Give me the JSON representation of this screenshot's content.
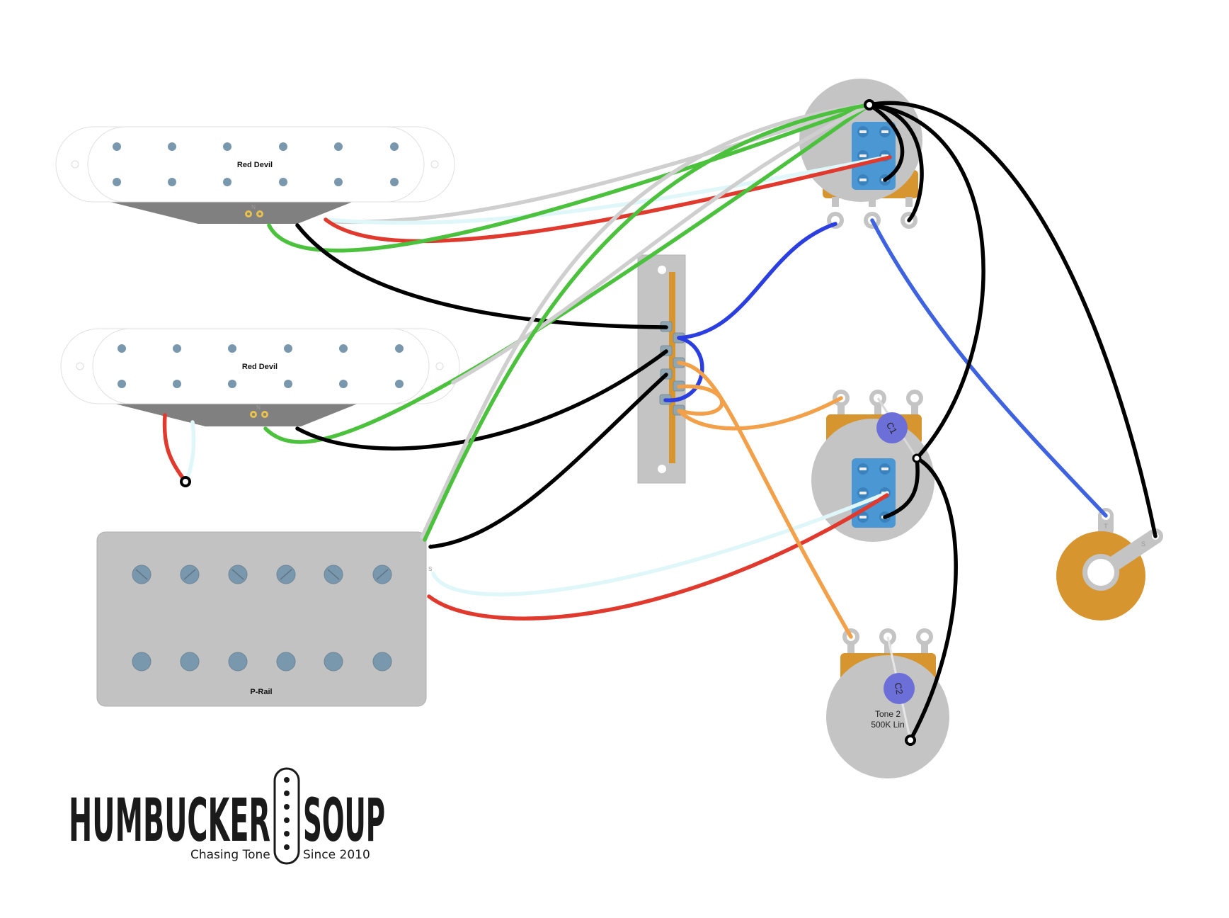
{
  "diagram": {
    "title": "Humbucker Soup wiring diagram",
    "colors": {
      "black": "#000000",
      "red": "#e03a2f",
      "green": "#4cc13d",
      "white": "#cfcfcf",
      "bare": "#dff7f8",
      "blue": "#2b3fe0",
      "blue_light": "#3f63e0",
      "orange": "#f2a04a",
      "pot_body": "#c4c4c4",
      "pot_brass": "#d6952f",
      "push_pull": "#4a97d4",
      "cap": "#6d6fd8",
      "pole": "#7a98ad",
      "pickup_base": "#808080"
    }
  },
  "components": {
    "pickup_neck": {
      "label": "Red Devil",
      "terminal_label": "N",
      "type": "single-coil"
    },
    "pickup_middle": {
      "label": "Red Devil",
      "terminal_label": "N",
      "type": "single-coil"
    },
    "pickup_bridge": {
      "label": "P-Rail",
      "terminal_labels": [
        "N",
        "S"
      ],
      "type": "humbucker"
    },
    "switch": {
      "type": "5-way blade switch",
      "lug_count": 8
    },
    "volume_pot": {
      "type": "push-pull pot"
    },
    "tone1_pot": {
      "type": "push-pull pot",
      "cap_label": "C1"
    },
    "tone2_pot": {
      "label_line1": "Tone 2",
      "label_line2": "500K Lin",
      "cap_label": "C2"
    },
    "output_jack": {
      "tip_label": "T",
      "sleeve_label": "S"
    }
  },
  "logo": {
    "left_word": "HUMBUCKER",
    "right_word": "SOUP",
    "tagline_left": "Chasing Tone",
    "tagline_right": "Since 2010"
  }
}
